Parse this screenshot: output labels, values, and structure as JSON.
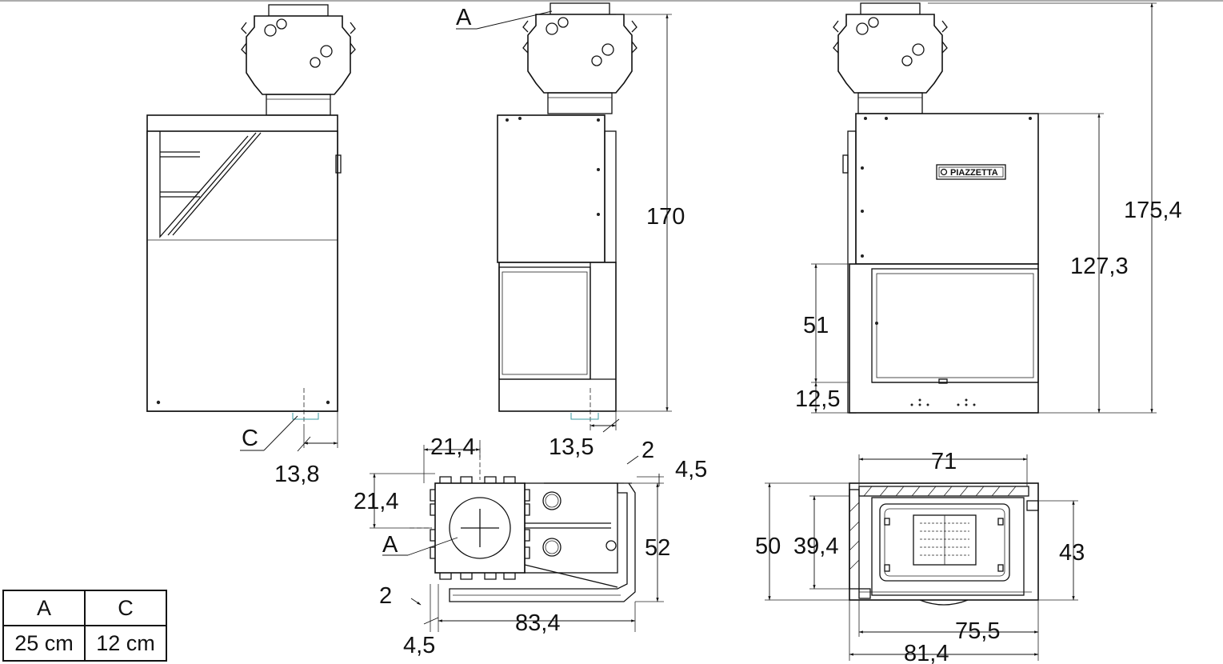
{
  "drawing": {
    "brand_logo": "PIAZZETTA",
    "labels": {
      "callout_a_top": "A",
      "callout_c": "C",
      "callout_a_plan": "A",
      "dim_side_13_8": "13,8",
      "dim_front_170": "170",
      "dim_front_13_5": "13,5",
      "dim_right_175_4": "175,4",
      "dim_right_127_3": "127,3",
      "dim_right_51": "51",
      "dim_right_12_5": "12,5",
      "dim_plan_21_4_h": "21,4",
      "dim_plan_21_4_v": "21,4",
      "dim_plan_2_top": "2",
      "dim_plan_4_5_top": "4,5",
      "dim_plan_52": "52",
      "dim_plan_2_bottom": "2",
      "dim_plan_83_4": "83,4",
      "dim_plan_4_5_bottom": "4,5",
      "dim_section_71": "71",
      "dim_section_50": "50",
      "dim_section_39_4": "39,4",
      "dim_section_43": "43",
      "dim_section_75_5": "75,5",
      "dim_section_81_4": "81,4"
    }
  },
  "legend": {
    "headers": [
      "A",
      "C"
    ],
    "values": [
      "25 cm",
      "12 cm"
    ]
  }
}
